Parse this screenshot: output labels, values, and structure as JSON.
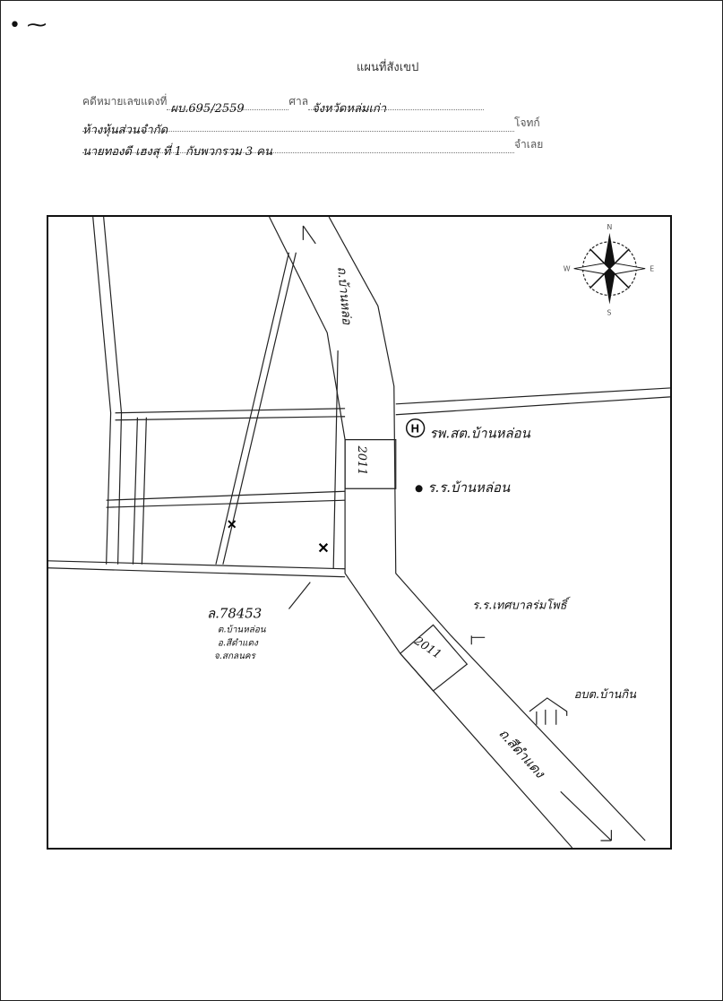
{
  "corner_mark": "• ⁓",
  "title": "แผนที่สังเขป",
  "case": {
    "number_label": "คดีหมายเลขแดงที่",
    "number_value": "ผบ.695/2559",
    "court_label": "ศาล",
    "court_value": "จังหวัดหล่มเก่า"
  },
  "plaintiff": {
    "value": "ห้างหุ้นส่วนจำกัด",
    "label": "โจทก์"
  },
  "defendant": {
    "value": "นายทองดี เฮงสุ ที่ 1 กับพวกรวม 3 คน",
    "label": "จำเลย"
  },
  "map": {
    "road_upper_label": "ถ.บ้านหล่อ",
    "route_upper": "2011",
    "route_lower": "2011",
    "road_lower_label": "ถ.สีดำแดง",
    "hospital_label": "รพ.สต.บ้านหล่อน",
    "police_label": "ร.ร.บ้านหล่อน",
    "school_label": "ร.ร.เทศบาลร่มโพธิ์",
    "district_office_label": "อบต.บ้านกิน",
    "parcel": {
      "number": "ล.78453",
      "subdistrict": "ต.บ้านหล่อน",
      "district": "อ.สีดำแดง",
      "province": "จ.สกลนคร"
    },
    "compass": {
      "north": "N",
      "south": "S",
      "east": "E",
      "west": "W"
    }
  }
}
